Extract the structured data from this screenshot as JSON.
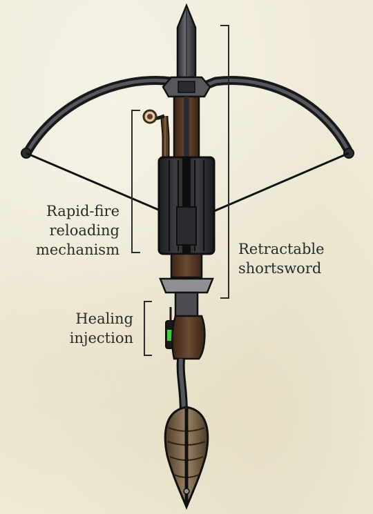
{
  "callouts": {
    "reloading": "Rapid-fire\nreloading\nmechanism",
    "sword": "Retractable\nshortsword",
    "healing": "Healing\ninjection"
  },
  "colors": {
    "background": "#f0ebd8",
    "metal_dark": "#2c2d30",
    "metal_mid": "#4a4c51",
    "metal_light": "#8e9096",
    "wood": "#5a3a26",
    "brass": "#8a6a45",
    "vial_green": "#39d33a",
    "grip": "#8b7355",
    "ink": "#2a2a2a"
  }
}
